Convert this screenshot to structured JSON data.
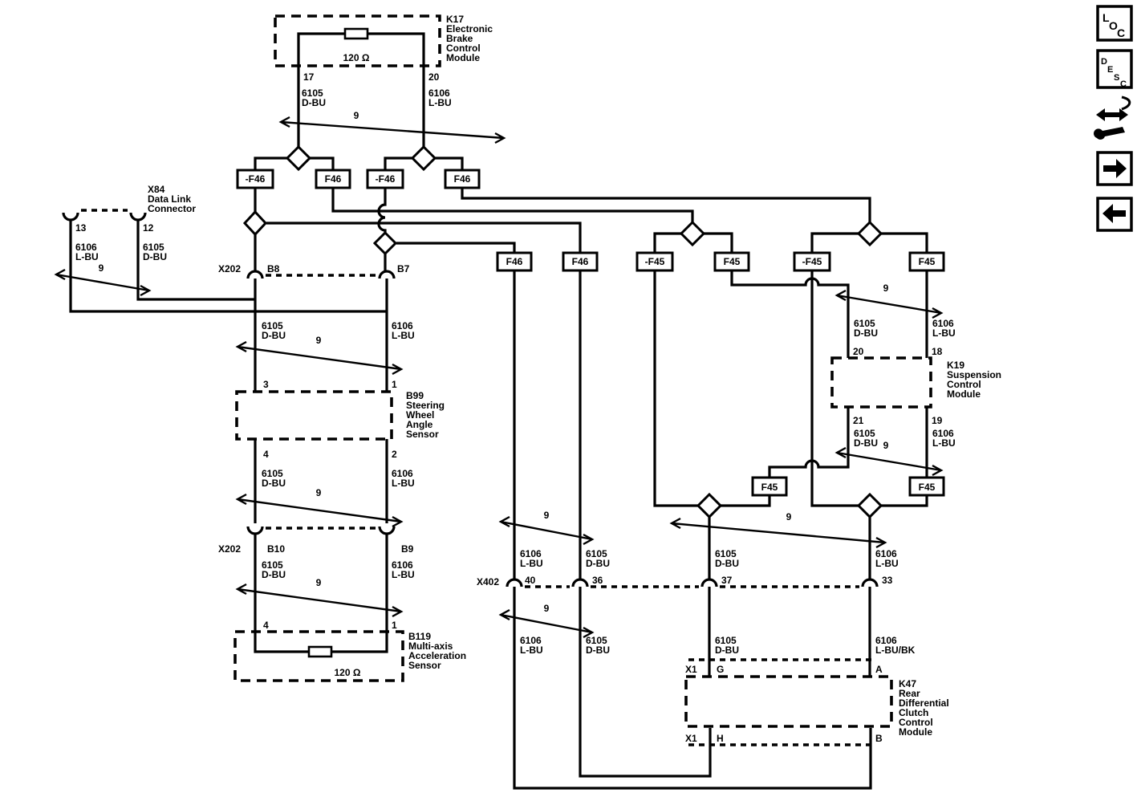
{
  "shared": {
    "pair_label": "9",
    "resistor_label": "120 Ω"
  },
  "refs": {
    "f46": "F46",
    "f46_neg": "-F46",
    "f45": "F45",
    "f45_neg": "-F45"
  },
  "modules": {
    "k17": {
      "id": "K17",
      "name": [
        "Electronic",
        "Brake",
        "Control",
        "Module"
      ],
      "pins": {
        "p17": "17",
        "p20": "20"
      }
    },
    "x84": {
      "id": "X84",
      "name": [
        "Data Link",
        "Connector"
      ],
      "pins": {
        "p13": "13",
        "p12": "12"
      }
    },
    "x202_top": {
      "id": "X202",
      "pins": {
        "b8": "B8",
        "b7": "B7"
      }
    },
    "b99": {
      "id": "B99",
      "name": [
        "Steering",
        "Wheel",
        "Angle",
        "Sensor"
      ],
      "pins": {
        "p3": "3",
        "p1": "1",
        "p4": "4",
        "p2": "2"
      }
    },
    "x202_bot": {
      "id": "X202",
      "pins": {
        "b10": "B10",
        "b9": "B9"
      }
    },
    "b119": {
      "id": "B119",
      "name": [
        "Multi-axis",
        "Acceleration",
        "Sensor"
      ],
      "pins": {
        "p4": "4",
        "p1": "1"
      }
    },
    "x402": {
      "id": "X402",
      "pins": {
        "p40": "40",
        "p36": "36",
        "p37": "37",
        "p33": "33"
      }
    },
    "k19": {
      "id": "K19",
      "name": [
        "Suspension",
        "Control",
        "Module"
      ],
      "pins": {
        "p20": "20",
        "p18": "18",
        "p21": "21",
        "p19": "19"
      }
    },
    "k47": {
      "id": "K47",
      "name": [
        "Rear",
        "Differential",
        "Clutch",
        "Control",
        "Module"
      ],
      "conn_label": "X1",
      "pins": {
        "g": "G",
        "a": "A",
        "h": "H",
        "b": "B"
      }
    }
  },
  "circuits": {
    "can_hi": {
      "number": "6105",
      "color": "D-BU"
    },
    "can_lo": {
      "number": "6106",
      "color": "L-BU"
    },
    "can_lo_bk": {
      "number": "6106",
      "color": "L-BU/BK"
    }
  },
  "sidebar": {
    "loc": [
      "L",
      "O",
      "C"
    ],
    "desc": [
      "D",
      "E",
      "S",
      "C"
    ]
  }
}
